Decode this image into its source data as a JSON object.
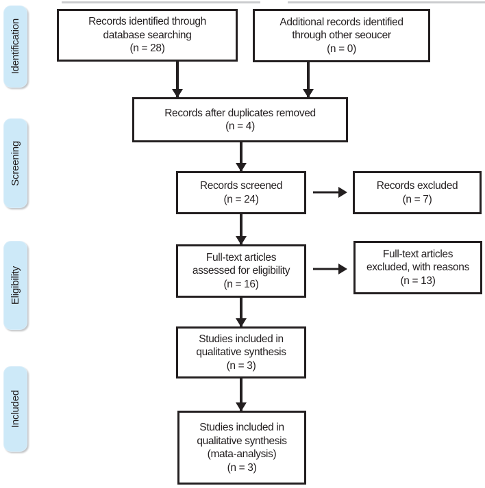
{
  "stages": [
    {
      "label": "Identification"
    },
    {
      "label": "Screening"
    },
    {
      "label": "Eligibility"
    },
    {
      "label": "Included"
    }
  ],
  "nodes": {
    "identified": "Records identified through\ndatabase searching\n(n = 28)",
    "additional": "Additional records identified\nthrough other seoucer\n(n = 0)",
    "duplicates_removed": "Records after duplicates removed\n(n = 4)",
    "screened": "Records screened\n(n = 24)",
    "records_excluded": "Records excluded\n(n = 7)",
    "fulltext_assessed": "Full-text articles\nassessed for eligibility\n(n = 16)",
    "fulltext_excluded": "Full-text articles\nexcluded, with reasons\n(n = 13)",
    "qualitative_synthesis": "Studies included in\nqualitative synthesis\n(n = 3)",
    "meta_analysis": "Studies included in\nqualitative synthesis\n(mata-analysis)\n(n = 3)"
  },
  "colors": {
    "stage_fill": "#cde9f8",
    "box_border": "#231f20",
    "text": "#231f20",
    "arrow": "#231f20"
  }
}
